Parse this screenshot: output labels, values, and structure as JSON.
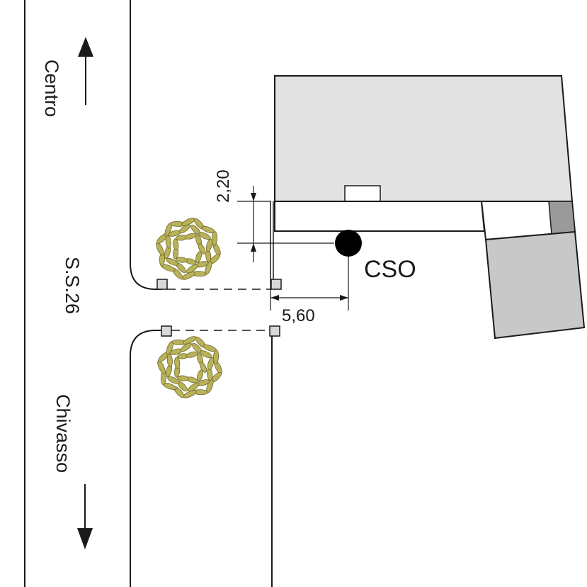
{
  "labels": {
    "direction_north": "Centro",
    "road_name": "S.S.26",
    "direction_south": "Chivasso",
    "dimension_vertical": "2,20",
    "dimension_horizontal": "5,60",
    "point_label": "CSO"
  },
  "colors": {
    "line": "#1a1a1a",
    "building_fill": "#e2e2e2",
    "annex_fill": "#c8c8c8",
    "dark_block": "#9a9a9a",
    "post_fill": "#d8d8d8",
    "foliage": "#b9b25a",
    "foliage_stroke": "#6f6b2a",
    "marker": "#000000"
  }
}
